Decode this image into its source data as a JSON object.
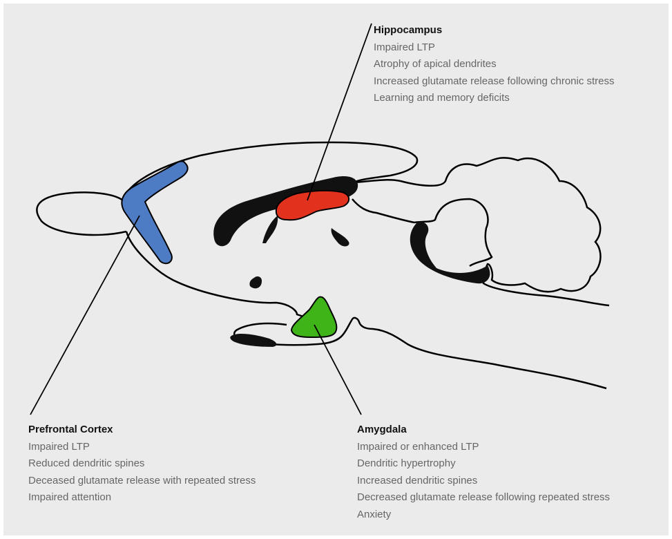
{
  "regions": {
    "hippocampus": {
      "title": "Hippocampus",
      "effects": [
        "Impaired LTP",
        "Atrophy of apical dendrites",
        "Increased glutamate release following chronic stress",
        "Learning and memory deficits"
      ],
      "color": "#e2321d"
    },
    "prefrontal_cortex": {
      "title": "Prefrontal Cortex",
      "effects": [
        "Impaired LTP",
        "Reduced dendritic spines",
        "Deceased glutamate release with repeated stress",
        "Impaired attention"
      ],
      "color": "#4d7cc4"
    },
    "amygdala": {
      "title": "Amygdala",
      "effects": [
        "Impaired or enhanced LTP",
        "Dendritic hypertrophy",
        "Increased dendritic spines",
        "Decreased glutamate release following repeated stress",
        "Anxiety"
      ],
      "color": "#3fb418"
    }
  },
  "colors": {
    "background": "#ebebeb",
    "outline": "#000000",
    "ventricles": "#111111",
    "title_text": "#111111",
    "body_text": "#666666"
  }
}
